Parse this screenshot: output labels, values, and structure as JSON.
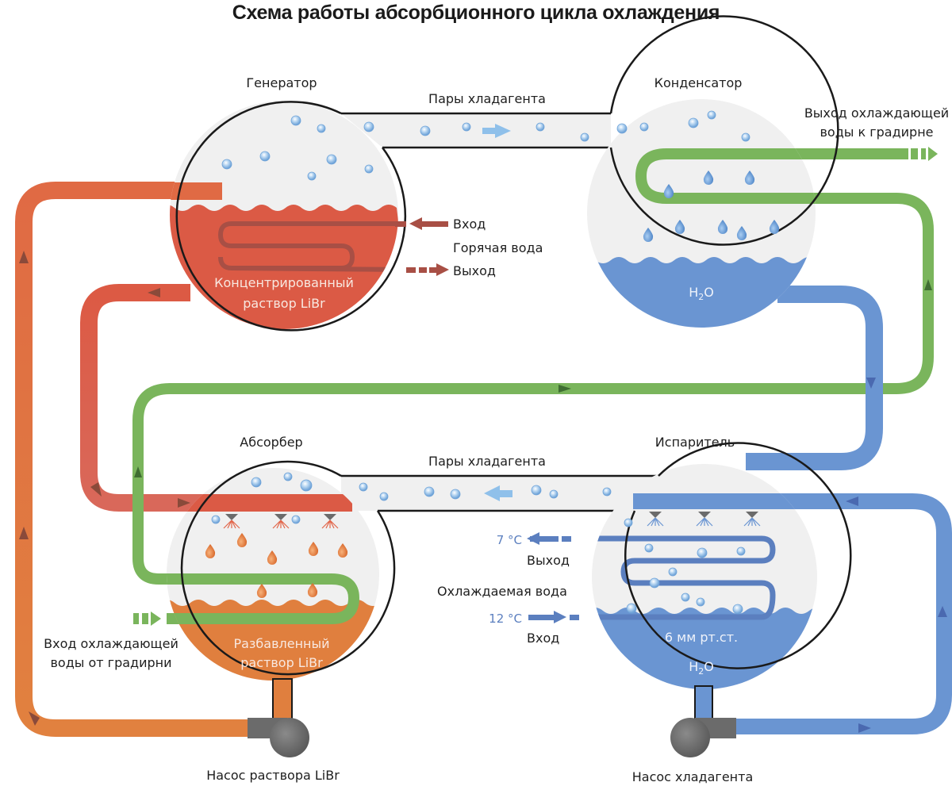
{
  "title": "Схема работы абсорбционного цикла охлаждения",
  "components": {
    "generator": {
      "name": "Генератор",
      "solution_line1": "Концентрированный",
      "solution_line2": "раствор LiBr"
    },
    "condenser": {
      "name": "Конденсатор",
      "liquid_label_main": "H",
      "liquid_label_sub": "2",
      "liquid_label_end": "O"
    },
    "absorber": {
      "name": "Абсорбер",
      "solution_line1": "Разбавленный",
      "solution_line2": "раствор LiBr"
    },
    "evaporator": {
      "name": "Испаритель",
      "pressure": "6 мм рт.ст.",
      "liquid_label_main": "H",
      "liquid_label_sub": "2",
      "liquid_label_end": "O"
    },
    "pump_solution": {
      "name": "Насос раствора LiBr"
    },
    "pump_refrigerant": {
      "name": "Насос хладагента"
    }
  },
  "flows": {
    "vapor_top": "Пары хладагента",
    "vapor_bottom": "Пары хладагента",
    "hot_water": {
      "in": "Вход",
      "label": "Горячая вода",
      "out": "Выход"
    },
    "chilled_water": {
      "out_temp": "7 °C",
      "out": "Выход",
      "label": "Охлаждаемая вода",
      "in_temp": "12 °C",
      "in": "Вход"
    },
    "cooling_water_out": {
      "line1": "Выход охлаждающей",
      "line2": "воды к градирне"
    },
    "cooling_water_in": {
      "line1": "Вход охлаждающей",
      "line2": "воды от градирни"
    }
  },
  "colors": {
    "hot_solution": "#db5a45",
    "dilute_solution": "#e07f3e",
    "cooling_water": "#7ab55c",
    "refrigerant_water": "#6a95d2",
    "hot_water_coil": "#a84f45",
    "vessel_fill": "#f0f0f0",
    "pump": "#6b6b6b"
  }
}
